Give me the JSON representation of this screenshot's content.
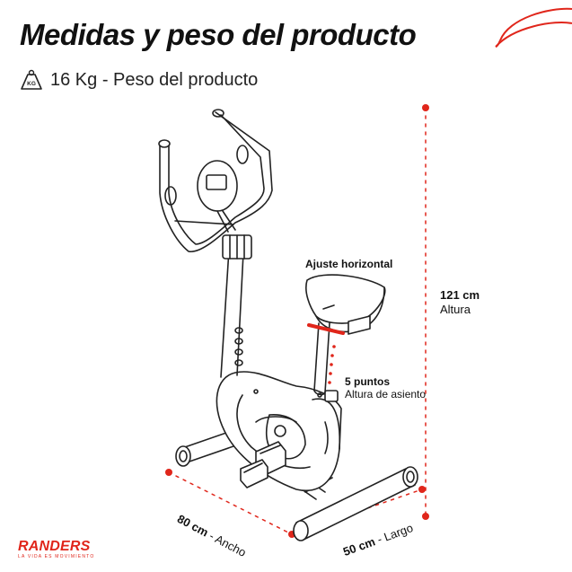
{
  "header": {
    "title": "Medidas y peso del producto",
    "weight_icon_text": "KG",
    "weight_label": "16 Kg - Peso del producto"
  },
  "dimensions": {
    "height_value": "121 cm",
    "height_label": "Altura",
    "width_value": "80 cm",
    "width_label": "- Ancho",
    "length_value": "50 cm",
    "length_label": "- Largo"
  },
  "annotations": {
    "horizontal_adjust": "Ajuste horizontal",
    "seat_points": "5 puntos",
    "seat_height": "Altura de asiento"
  },
  "brand": {
    "name": "RANDERS",
    "tagline": "LA VIDA ES MOVIMIENTO"
  },
  "colors": {
    "accent": "#e0261b",
    "text": "#111111"
  }
}
